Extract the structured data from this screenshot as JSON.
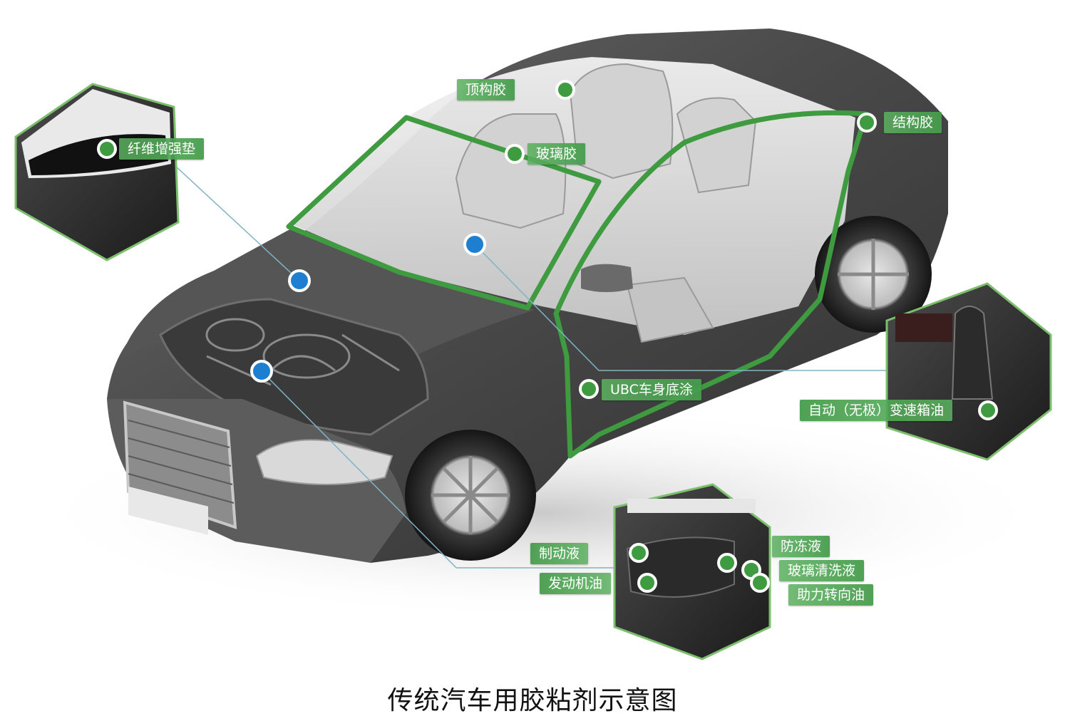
{
  "caption": "传统汽车用胶粘剂示意图",
  "colors": {
    "accent_green": "#3f9b3f",
    "label_green": "#56ab5a",
    "marker_blue": "#1e7fd0",
    "leader_line": "#7fb3c7"
  },
  "labels": {
    "roof_adhesive": "顶构胶",
    "structural_adhesive": "结构胶",
    "fiber_pad": "纤维增强垫",
    "glass_adhesive": "玻璃胶",
    "ubc_coating": "UBC车身底涂",
    "transmission_oil": "自动（无极）变速箱油",
    "brake_fluid": "制动液",
    "engine_oil": "发动机油",
    "antifreeze": "防冻液",
    "washer_fluid": "玻璃清洗液",
    "power_steering_oil": "助力转向油"
  }
}
